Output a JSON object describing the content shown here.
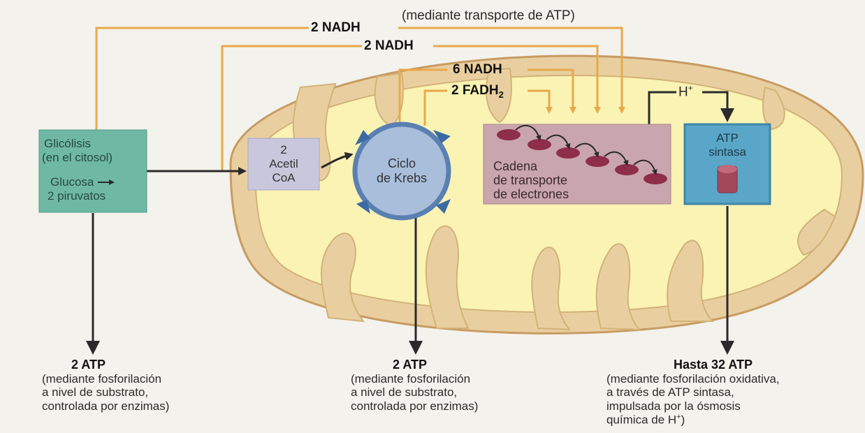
{
  "nadh_glucolysis": "2 NADH",
  "atp_transport_note": "(mediante transporte de ATP)",
  "nadh_acetil": "2 NADH",
  "nadh_krebs": "6 NADH",
  "fadh2_label": "2 FADH",
  "fadh2_sub": "2",
  "proton_label": "H",
  "proton_sup": "+",
  "glycolysis": {
    "line1": "Glicólisis",
    "line2": "(en el citosol)",
    "line3": "Glucosa",
    "line4": "2 piruvatos"
  },
  "acetil": {
    "line1": "2",
    "line2": "Acetil",
    "line3": "CoA"
  },
  "krebs": {
    "line1": "Ciclo",
    "line2": "de Krebs"
  },
  "etc": {
    "line1": "Cadena",
    "line2": "de transporte",
    "line3": "de electrones"
  },
  "atp_synthase": {
    "line1": "ATP",
    "line2": "sintasa"
  },
  "output_left": {
    "title": "2 ATP",
    "line1": "(mediante fosforilación",
    "line2": "a nivel de substrato,",
    "line3": "controlada por enzimas)"
  },
  "output_center": {
    "title": "2 ATP",
    "line1": "(mediante fosforilación",
    "line2": "a nivel de substrato,",
    "line3": "controlada por enzimas)"
  },
  "output_right": {
    "title": "Hasta 32 ATP",
    "line1": "(mediante fosforilación oxidativa,",
    "line2": "a través de ATP sintasa,",
    "line3": "impulsada por la ósmosis",
    "line4": "química de H",
    "line4_sup": "+",
    "line4_end": ")"
  },
  "colors": {
    "orange_arrow": "#e8a94a",
    "dark_arrow": "#2a2a2a",
    "outer_membrane": "#e9cfa0",
    "inner_matrix": "#faf3b4",
    "glycolysis_fill": "#6fb9a4",
    "acetil_fill": "#c9c7dc",
    "krebs_fill": "#a8bedb",
    "krebs_ring": "#5a80b2",
    "etc_fill": "#c9a5ad",
    "carrier_fill": "#8e2e48",
    "synthase_fill": "#5aa6c8",
    "synthase_knob": "#a0485a"
  }
}
